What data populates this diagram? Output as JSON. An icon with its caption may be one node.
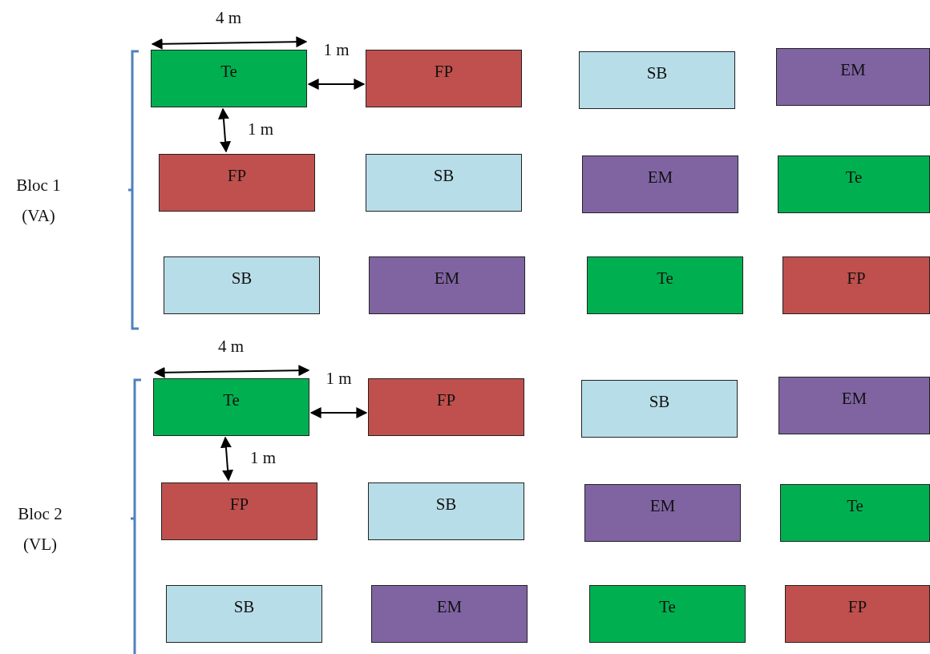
{
  "diagram": {
    "nodes": [
      {
        "text": [
          "Te"
        ]
      },
      {
        "text": [
          "FP"
        ]
      },
      {
        "text": [
          "SB"
        ]
      },
      {
        "text": [
          "EM"
        ]
      },
      {
        "text": [
          "FP"
        ]
      },
      {
        "text": [
          "SB"
        ]
      },
      {
        "text": [
          "EM"
        ]
      },
      {
        "text": [
          "Te"
        ]
      },
      {
        "text": [
          "SB"
        ]
      },
      {
        "text": [
          "EM"
        ]
      },
      {
        "text": [
          "Te"
        ]
      },
      {
        "text": [
          "FP"
        ]
      },
      {
        "text": [
          "Te"
        ]
      },
      {
        "text": [
          "FP"
        ]
      },
      {
        "text": [
          "SB"
        ]
      },
      {
        "text": [
          "EM"
        ]
      },
      {
        "text": [
          "FP"
        ]
      },
      {
        "text": [
          "SB"
        ]
      },
      {
        "text": [
          "EM"
        ]
      },
      {
        "text": [
          "Te"
        ]
      },
      {
        "text": [
          "SB"
        ]
      },
      {
        "text": [
          "EM"
        ]
      },
      {
        "text": [
          "Te"
        ]
      },
      {
        "text": [
          "FP"
        ]
      }
    ],
    "edges": [
      {
        "from": 0,
        "to": 1,
        "arrow": "both",
        "label": "1 m"
      },
      {
        "from": 0,
        "to": 4,
        "arrow": "both",
        "label": "1 m"
      },
      {
        "from": 12,
        "to": 13,
        "arrow": "both",
        "label": "1 m"
      },
      {
        "from": 12,
        "to": 16,
        "arrow": "both",
        "label": "1 m"
      }
    ],
    "labels": [
      "4 m",
      "Bloc 1 (VA)",
      "4 m",
      "Bloc 2 (VL)"
    ]
  }
}
